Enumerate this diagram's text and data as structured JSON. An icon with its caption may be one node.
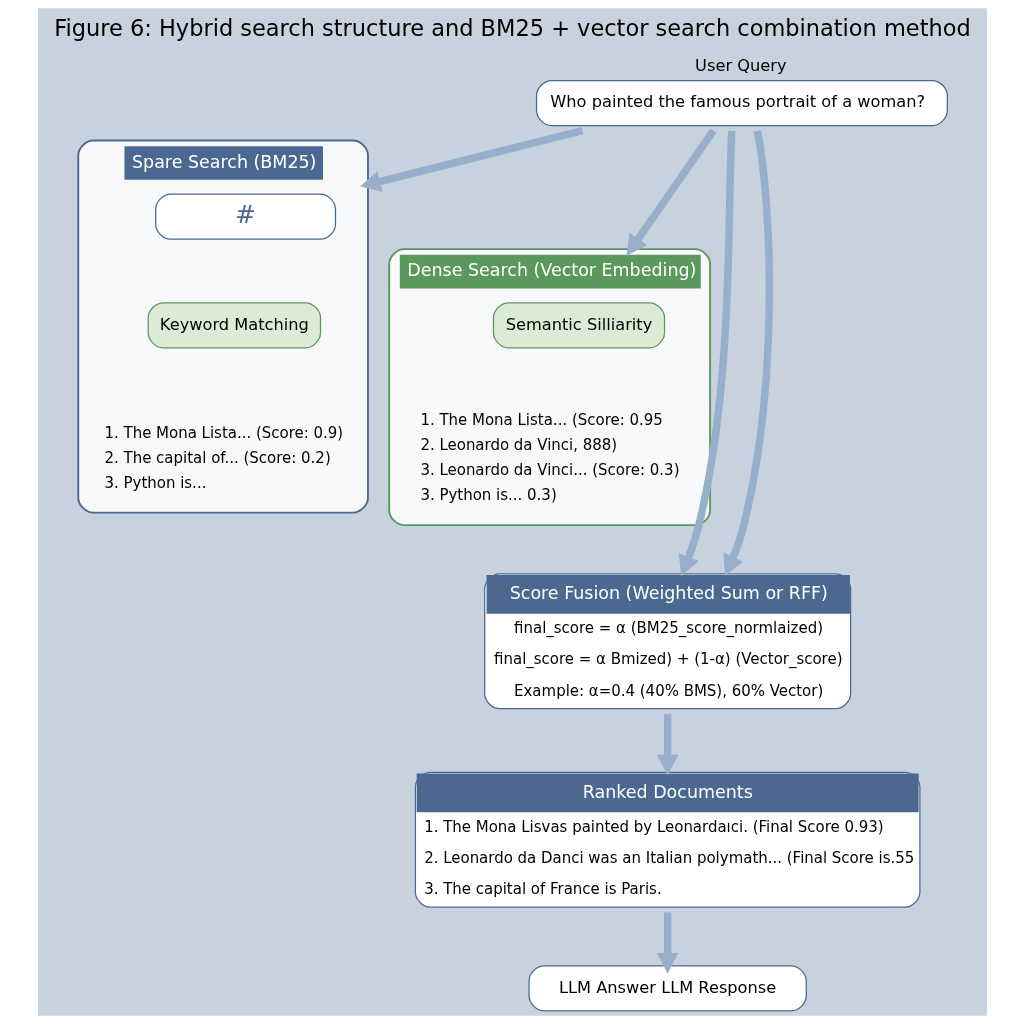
{
  "diagram": {
    "title": "Figure 6: Hybrid search structure and BM25 + vector search combination method",
    "nodes": [
      {
        "text": [
          "User Query",
          "Who painted the famous portrait of a woman?"
        ]
      },
      {
        "text": [
          "Spare Search (BM25)",
          "1. The Mona Lista... (Score: 0.9)",
          "2. The capital of... (Score: 0.2)",
          "3. Python is..."
        ]
      },
      {
        "text": [
          "#"
        ],
        "in": 1
      },
      {
        "text": [
          "Keyword Matching"
        ],
        "in": 1
      },
      {
        "text": [
          "Dense Search (Vector Embeding)",
          "1. The Mona Lista... (Score: 0.95",
          "2. Leonardo da Vinci, 888)",
          "3. Leonardo da Vinci... (Score: 0.3)",
          "3. Python is... 0.3)"
        ]
      },
      {
        "text": [
          "Semantic Silliarity"
        ],
        "in": 4
      },
      {
        "text": [
          "Score Fusion (Weighted Sum or RFF)",
          "final_score = α (BM25_score_normlaized)",
          "final_score = α Bmized) + (1-α) (Vector_score)",
          "Example: α=0.4 (40% BMS), 60% Vector)"
        ]
      },
      {
        "text": [
          "Ranked Documents",
          "1. The Mona Lisvas painted by Leonardaıci. (Final Score 0.93)",
          "2. Leonardo da Danci was an Italian polymath... (Final Score is.55",
          "3. The capital of France is Paris."
        ]
      },
      {
        "text": [
          "LLM Answer LLM Response"
        ]
      }
    ],
    "edges": [
      {
        "from": 0,
        "to": 1,
        "arrow": "to"
      },
      {
        "from": 0,
        "to": 4,
        "arrow": "to"
      },
      {
        "from": 0,
        "to": 6,
        "arrow": "to"
      },
      {
        "from": 0,
        "to": 6,
        "arrow": "to"
      },
      {
        "from": 6,
        "to": 7,
        "arrow": "to"
      },
      {
        "from": 7,
        "to": 8,
        "arrow": "to"
      }
    ]
  }
}
